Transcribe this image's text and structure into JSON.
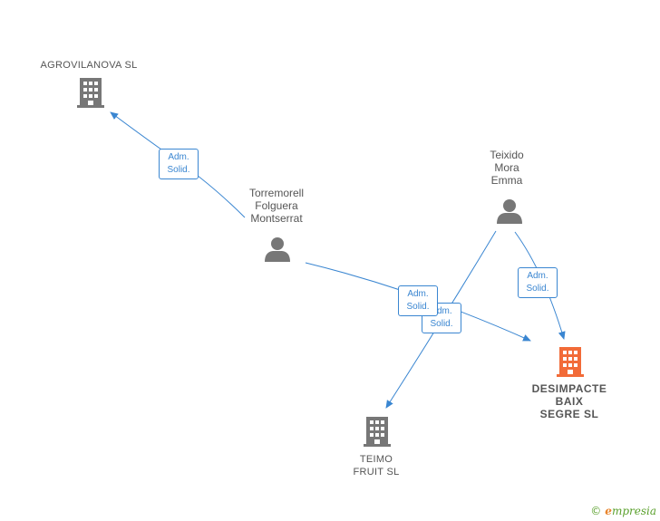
{
  "colors": {
    "edge": "#3a86d1",
    "node": "#777777",
    "main_company": "#f26b38"
  },
  "nodes": {
    "agrovilanova": {
      "label": "AGROVILANOVA SL",
      "kind": "company"
    },
    "torremorell": {
      "label": "Torremorell\nFolguera\nMontserrat",
      "kind": "person"
    },
    "teixido": {
      "label": "Teixido\nMora\nEmma",
      "kind": "person"
    },
    "desimpacte": {
      "label": "DESIMPACTE\nBAIX\nSEGRE  SL",
      "kind": "company-main"
    },
    "teimo": {
      "label": "TEIMO\nFRUIT  SL",
      "kind": "company"
    }
  },
  "edges": {
    "e1": {
      "label": "Adm.\nSolid."
    },
    "e2": {
      "label": "Adm.\nSolid."
    },
    "e3": {
      "label": "Adm.\nSolid."
    },
    "e4": {
      "label": "Adm.\nSolid."
    }
  },
  "footer": {
    "copyright": "©",
    "brand_first": "e",
    "brand_rest": "mpresia"
  }
}
